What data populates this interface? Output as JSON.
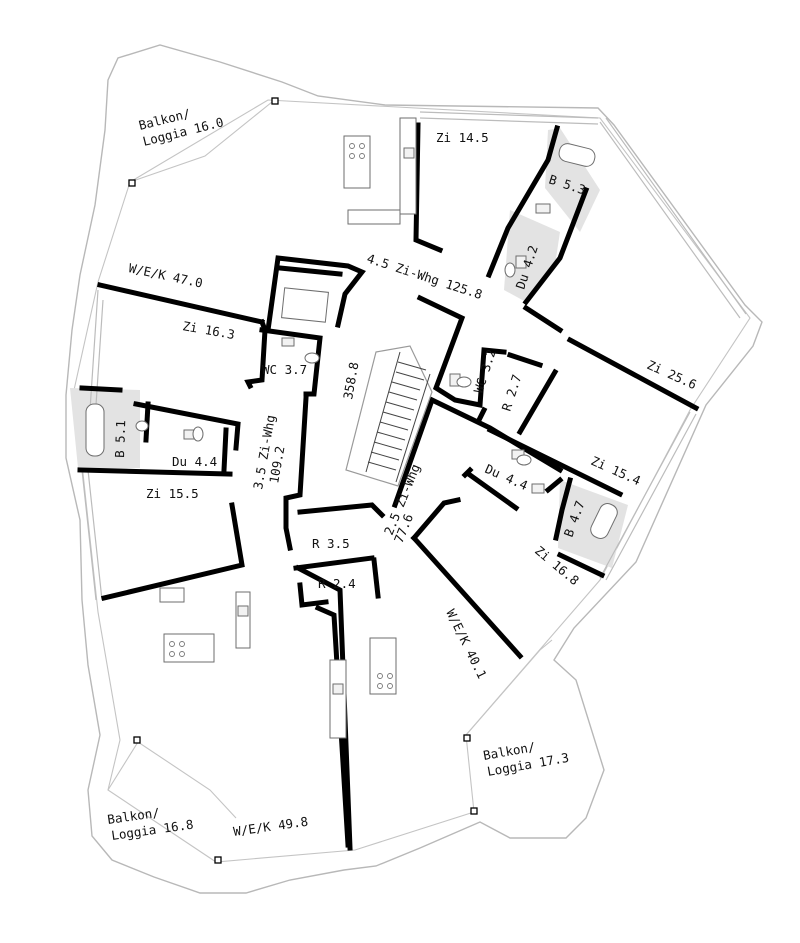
{
  "labels": {
    "balkon_nw_1": "Balkon/",
    "balkon_nw_2": "Loggia 16.0",
    "zi_14_5": "Zi 14.5",
    "b_5_3": "B 5.3",
    "du_4_2": "Du 4.2",
    "wek_47": "W/E/K 47.0",
    "whg_4_5": "4.5 Zi-Whg 125.8",
    "zi_16_3": "Zi 16.3",
    "wc_3_7": "WC 3.7",
    "core": "358.8",
    "wc_3_2": "WC 3.2",
    "r_2_7": "R 2.7",
    "zi_25_6": "Zi 25.6",
    "b_5_1": "B 5.1",
    "du_4_4_w": "Du 4.4",
    "whg_3_5_1": "3.5 Zi-Whg",
    "whg_3_5_2": "109.2",
    "zi_15_5": "Zi 15.5",
    "zi_15_4": "Zi 15.4",
    "du_4_4_e": "Du 4.4",
    "b_4_7": "B 4.7",
    "whg_2_5_1": "2.5 Zi-Whg",
    "whg_2_5_2": "77.6",
    "r_3_5": "R 3.5",
    "r_2_4": "R 2.4",
    "zi_16_8": "Zi 16.8",
    "wek_40_1": "W/E/K 40.1",
    "balkon_se_1": "Balkon/",
    "balkon_se_2": "Loggia 17.3",
    "balkon_sw_1": "Balkon/",
    "balkon_sw_2": "Loggia 16.8",
    "wek_49_8": "W/E/K 49.8"
  }
}
